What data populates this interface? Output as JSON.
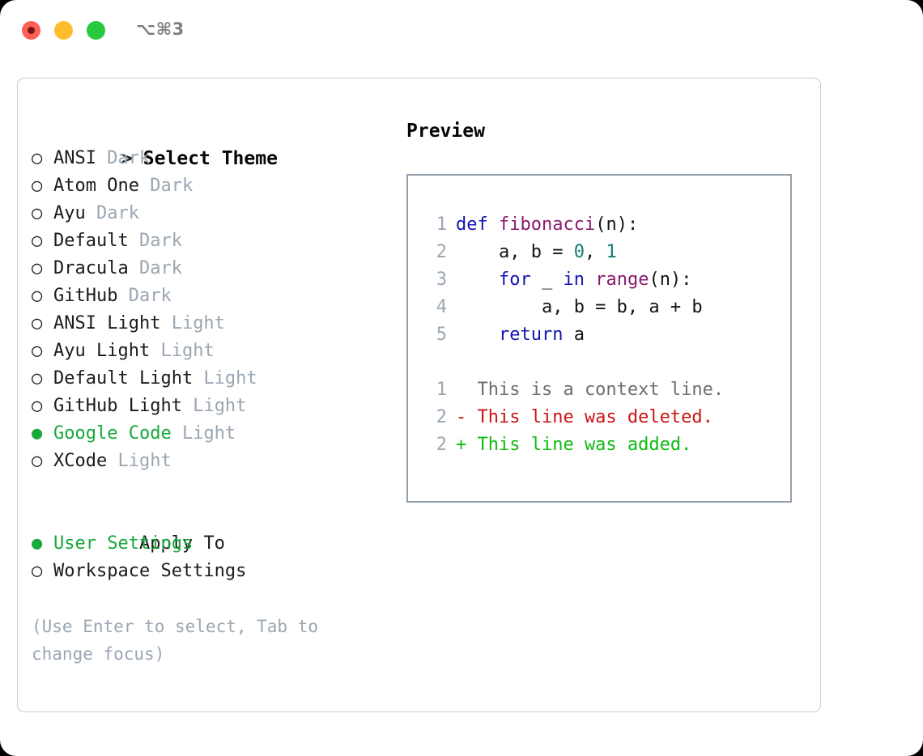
{
  "window": {
    "shortcut": "⌥⌘3",
    "traffic_lights": [
      "close-red",
      "minimize-yellow",
      "maximize-green"
    ]
  },
  "theme_picker": {
    "heading_marker": ">",
    "heading": "Select Theme",
    "marker_unselected": "○",
    "marker_selected": "●",
    "accent_color": "#18a93c",
    "tag_color": "#9aa6b2",
    "items": [
      {
        "name": "ANSI",
        "tag": "Dark",
        "selected": false
      },
      {
        "name": "Atom One",
        "tag": "Dark",
        "selected": false
      },
      {
        "name": "Ayu",
        "tag": "Dark",
        "selected": false
      },
      {
        "name": "Default",
        "tag": "Dark",
        "selected": false
      },
      {
        "name": "Dracula",
        "tag": "Dark",
        "selected": false
      },
      {
        "name": "GitHub",
        "tag": "Dark",
        "selected": false
      },
      {
        "name": "ANSI Light",
        "tag": "Light",
        "selected": false
      },
      {
        "name": "Ayu Light",
        "tag": "Light",
        "selected": false
      },
      {
        "name": "Default Light",
        "tag": "Light",
        "selected": false
      },
      {
        "name": "GitHub Light",
        "tag": "Light",
        "selected": false
      },
      {
        "name": "Google Code",
        "tag": "Light",
        "selected": true
      },
      {
        "name": "XCode",
        "tag": "Light",
        "selected": false
      }
    ]
  },
  "apply_to": {
    "heading": "Apply To",
    "items": [
      {
        "name": "User Settings",
        "selected": true
      },
      {
        "name": "Workspace Settings",
        "selected": false
      }
    ]
  },
  "hint": "(Use Enter to select, Tab to change focus)",
  "preview": {
    "title": "Preview",
    "code_lines": [
      {
        "no": "1",
        "tokens": [
          {
            "t": "def ",
            "c": "kw"
          },
          {
            "t": "fibonacci",
            "c": "fn"
          },
          {
            "t": "(n):",
            "c": "plain"
          }
        ]
      },
      {
        "no": "2",
        "tokens": [
          {
            "t": "    a, b = ",
            "c": "plain"
          },
          {
            "t": "0",
            "c": "num"
          },
          {
            "t": ", ",
            "c": "plain"
          },
          {
            "t": "1",
            "c": "num"
          }
        ]
      },
      {
        "no": "3",
        "tokens": [
          {
            "t": "    ",
            "c": "plain"
          },
          {
            "t": "for",
            "c": "kw"
          },
          {
            "t": " _ ",
            "c": "plain"
          },
          {
            "t": "in",
            "c": "kw"
          },
          {
            "t": " ",
            "c": "plain"
          },
          {
            "t": "range",
            "c": "fn"
          },
          {
            "t": "(n):",
            "c": "plain"
          }
        ]
      },
      {
        "no": "4",
        "tokens": [
          {
            "t": "        a, b = b, a + b",
            "c": "plain"
          }
        ]
      },
      {
        "no": "5",
        "tokens": [
          {
            "t": "    ",
            "c": "plain"
          },
          {
            "t": "return",
            "c": "kw"
          },
          {
            "t": " a",
            "c": "plain"
          }
        ]
      }
    ],
    "diff_lines": [
      {
        "no": "1",
        "sign": " ",
        "text": " This is a context line.",
        "c": "ctx"
      },
      {
        "no": "2",
        "sign": "-",
        "text": " This line was deleted.",
        "c": "del"
      },
      {
        "no": "2",
        "sign": "+",
        "text": " This line was added.",
        "c": "add"
      }
    ]
  }
}
